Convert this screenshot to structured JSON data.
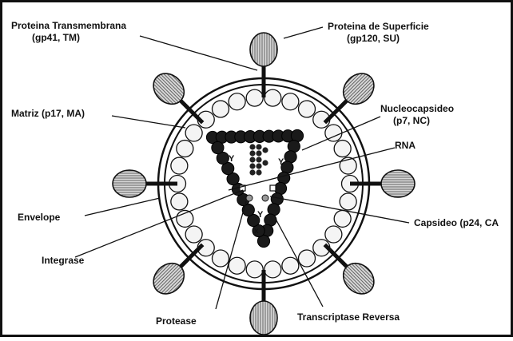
{
  "labels": {
    "transmembrane": [
      "Proteina Transmembrana",
      "(gp41, TM)"
    ],
    "surface": [
      "Proteina de Superficie",
      "(gp120, SU)"
    ],
    "matrix": "Matriz (p17, MA)",
    "nucleocapsid": [
      "Nucleocapsideo",
      "(p7, NC)"
    ],
    "rna": "RNA",
    "envelope": "Envelope",
    "capsid": "Capsideo (p24, CA",
    "integrase": "Integrase",
    "protease": "Protease",
    "reverse_transcriptase": "Transcriptase Reversa"
  },
  "colors": {
    "line": "#111111",
    "knob_fill": "#cfcfcf",
    "bead_fill": "#f4f4f4",
    "nc_bead": "#1a1a1a"
  }
}
